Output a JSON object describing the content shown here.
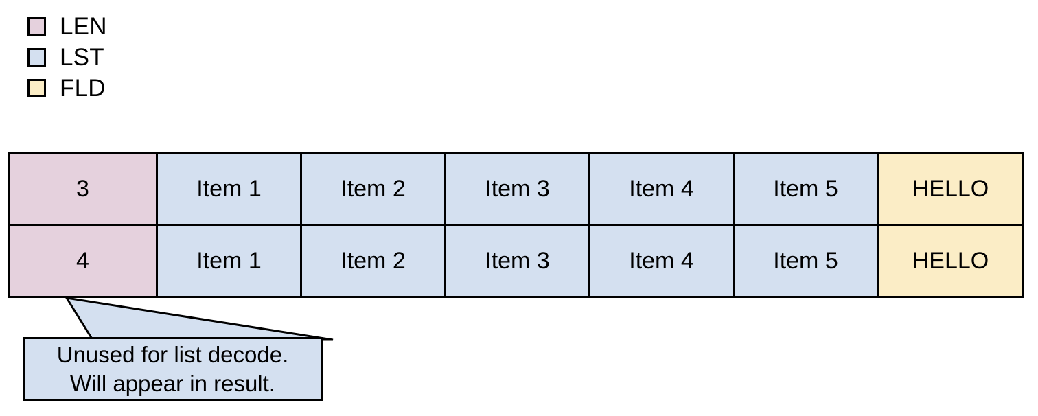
{
  "legend": {
    "items": [
      {
        "label": "LEN",
        "color": "#e5d1dd",
        "icon": "color-swatch"
      },
      {
        "label": "LST",
        "color": "#d4e0f0",
        "icon": "color-swatch"
      },
      {
        "label": "FLD",
        "color": "#fbedc6",
        "icon": "color-swatch"
      }
    ]
  },
  "table": {
    "columns": [
      {
        "type": "LEN",
        "color": "#e5d1dd"
      },
      {
        "type": "LST",
        "color": "#d4e0f0"
      },
      {
        "type": "LST",
        "color": "#d4e0f0"
      },
      {
        "type": "LST",
        "color": "#d4e0f0"
      },
      {
        "type": "LST",
        "color": "#d4e0f0"
      },
      {
        "type": "LST",
        "color": "#d4e0f0"
      },
      {
        "type": "FLD",
        "color": "#fbedc6"
      }
    ],
    "rows": [
      {
        "len": "3",
        "lst": [
          "Item 1",
          "Item 2",
          "Item 3",
          "Item 4",
          "Item 5"
        ],
        "fld": "HELLO"
      },
      {
        "len": "4",
        "lst": [
          "Item 1",
          "Item 2",
          "Item 3",
          "Item 4",
          "Item 5"
        ],
        "fld": "HELLO"
      }
    ]
  },
  "callout": {
    "lines": [
      "Unused for list decode.",
      "Will appear in result."
    ],
    "fill": "#d4e0f0",
    "stroke": "#000000",
    "points_to": "row-2-len-cell"
  }
}
